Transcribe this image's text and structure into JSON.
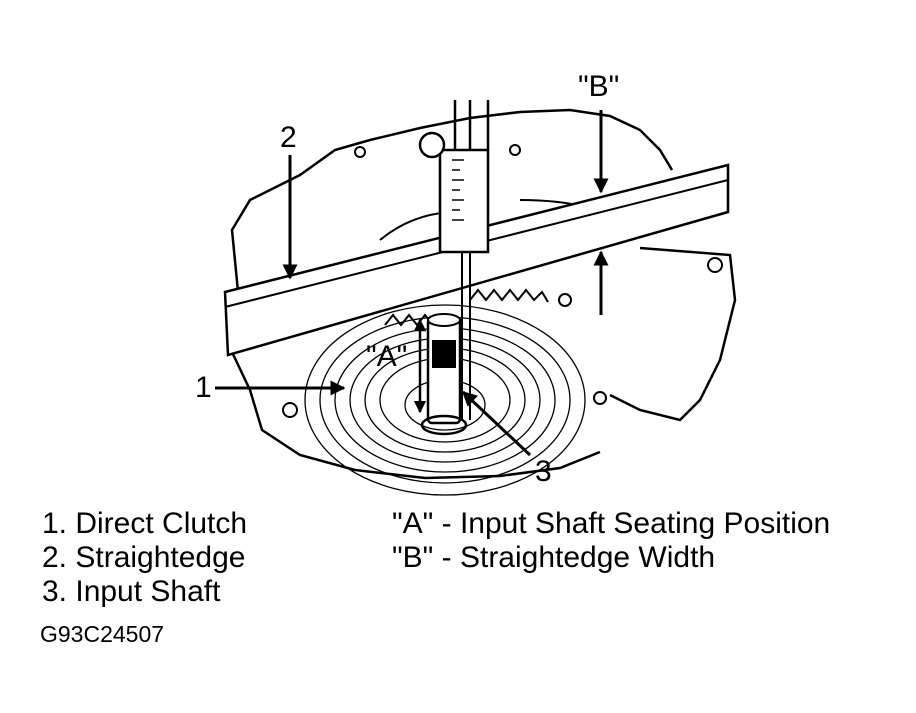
{
  "callouts": {
    "one": "1",
    "two": "2",
    "three": "3",
    "a": "\"A\"",
    "b": "\"B\""
  },
  "legend": {
    "left": [
      "1. Direct Clutch",
      "2. Straightedge",
      "3. Input Shaft"
    ],
    "right": [
      "\"A\" - Input Shaft Seating Position",
      "\"B\" - Straightedge Width"
    ]
  },
  "figure_id": "G93C24507"
}
